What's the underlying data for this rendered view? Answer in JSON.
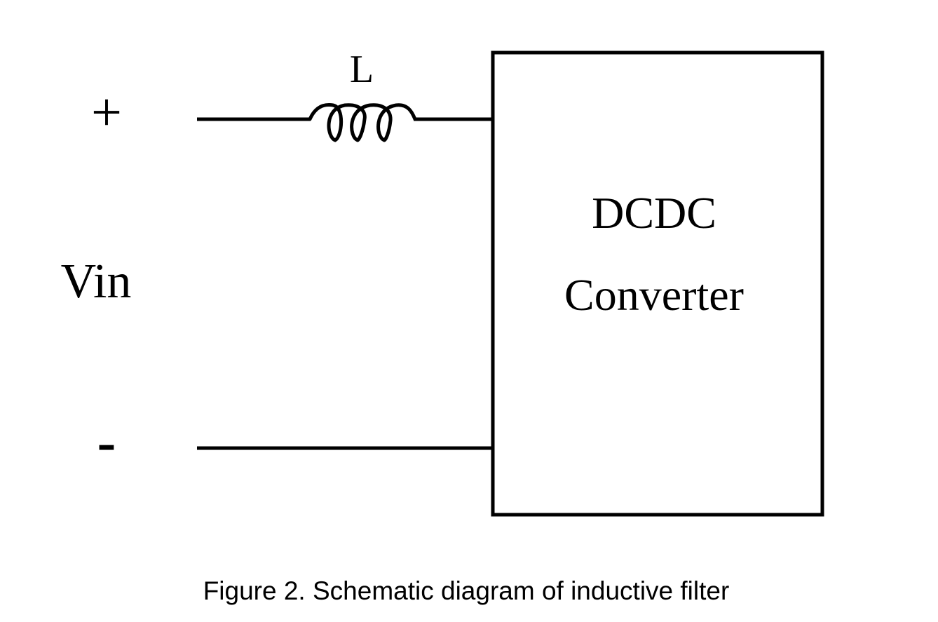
{
  "diagram": {
    "terminal_plus": "+",
    "terminal_minus": "-",
    "input_label": "Vin",
    "inductor_label": "L",
    "block_line1": "DCDC",
    "block_line2": "Converter"
  },
  "caption": "Figure 2. Schematic diagram of inductive filter"
}
